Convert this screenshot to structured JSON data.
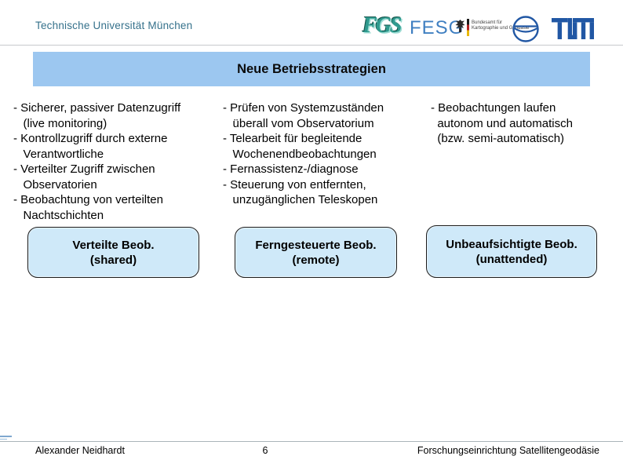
{
  "slide": {
    "header_text": "Technische Universität München",
    "title": "Neue Betriebsstrategien"
  },
  "logos": {
    "fgs": "FGS",
    "fesg": "FESG",
    "bkg_line1": "Bundesamt für",
    "bkg_line2": "Kartographie und Geodäsie"
  },
  "columns": [
    {
      "text": "- Sicherer, passiver Datenzugriff\n   (live monitoring)\n- Kontrollzugriff durch externe\n   Verantwortliche\n- Verteilter Zugriff zwischen\n   Observatorien\n- Beobachtung von verteilten\n   Nachtschichten"
    },
    {
      "text": "- Prüfen von Systemzuständen\n   überall vom Observatorium\n- Telearbeit für begleitende\n   Wochenendbeobachtungen\n- Fernassistenz-/diagnose\n- Steuerung von entfernten,\n   unzugänglichen Teleskopen"
    },
    {
      "text": "- Beobachtungen laufen\n  autonom und automatisch\n  (bzw. semi-automatisch)"
    }
  ],
  "boxes": [
    {
      "title": "Verteilte Beob.",
      "subtitle": "(shared)"
    },
    {
      "title": "Ferngesteuerte Beob.",
      "subtitle": "(remote)"
    },
    {
      "title": "Unbeaufsichtigte Beob.",
      "subtitle": "(unattended)"
    }
  ],
  "footer": {
    "author": "Alexander Neidhardt",
    "page_number": "6",
    "institute": "Forschungseinrichtung Satellitengeodäsie"
  },
  "colors": {
    "title_bar_blue": "#9cc7f0",
    "box_fill_blue": "#cfe9f9",
    "header_text_teal": "#35718b",
    "fesg_blue": "#3f7fc1",
    "fgs_teal": "#2f9a8e",
    "tum_blue": "#2157a4"
  }
}
